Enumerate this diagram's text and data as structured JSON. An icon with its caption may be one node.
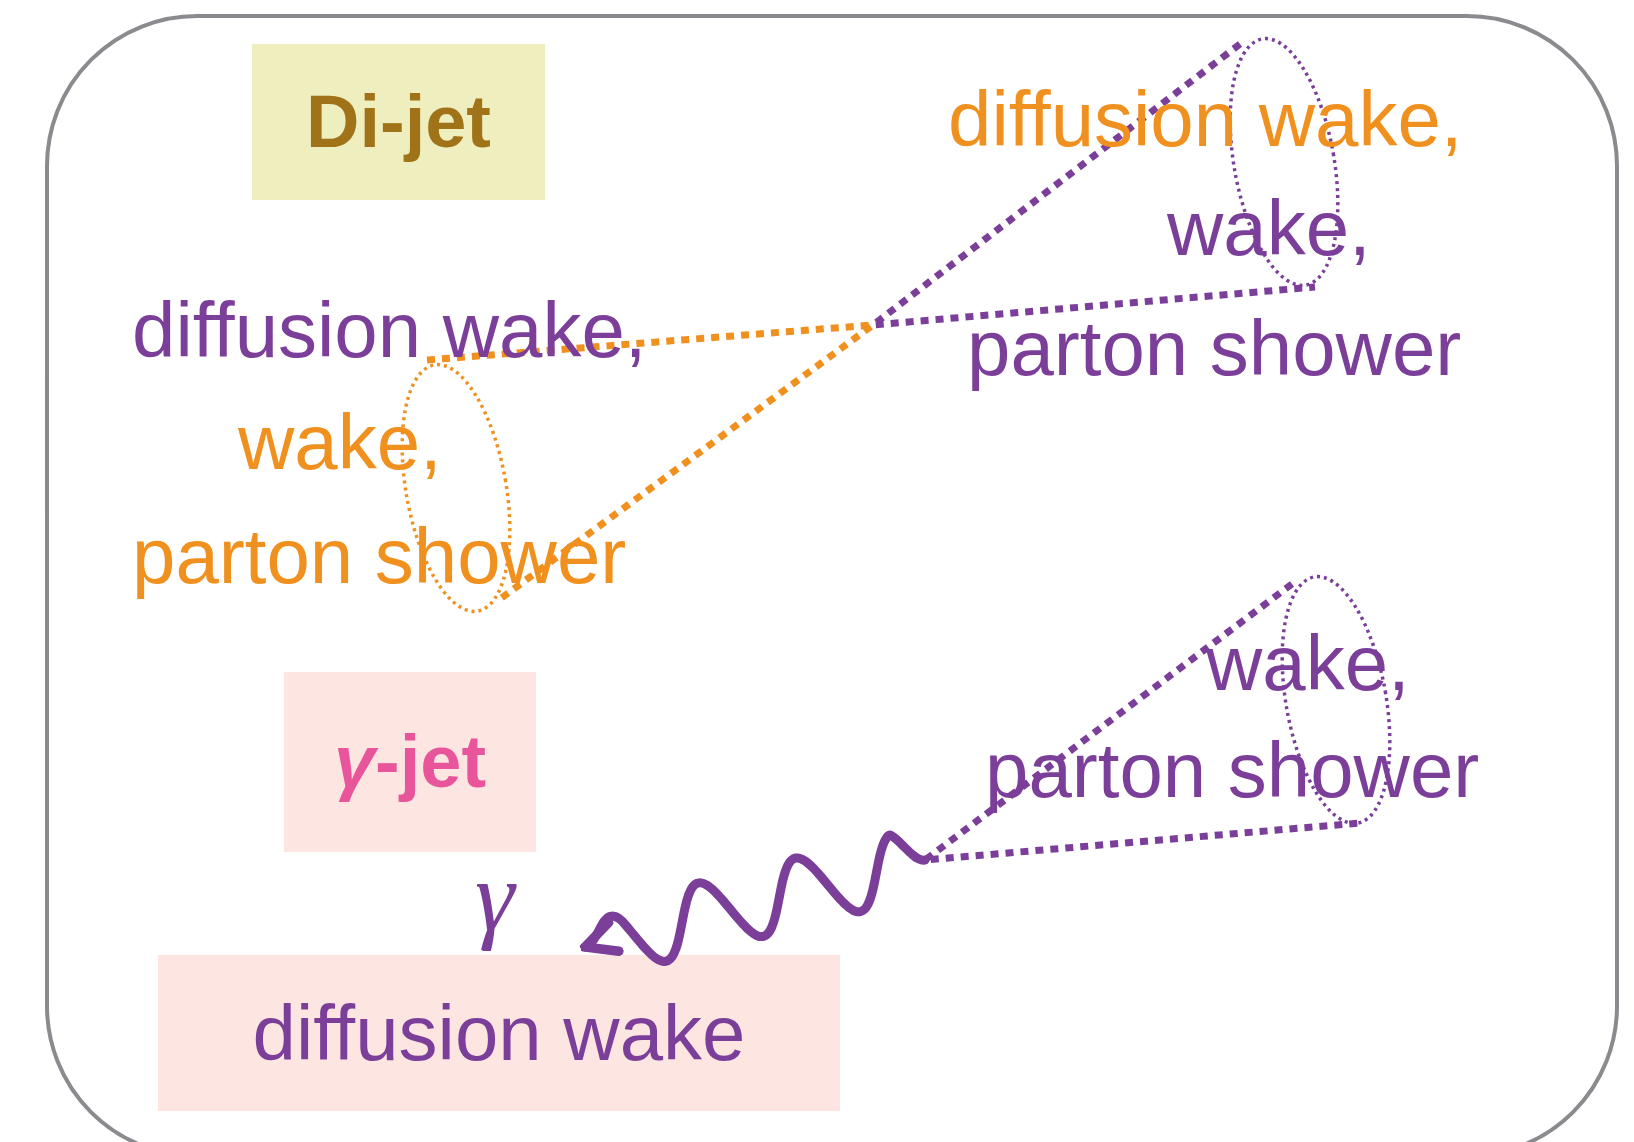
{
  "diagram": {
    "nodes": [
      {
        "text": [
          "Di-jet"
        ]
      },
      {
        "text": [
          "*γ*-jet"
        ]
      },
      {
        "text": [
          "diffusion wake"
        ]
      },
      {
        "text": [],
        "shape": "cone"
      }
    ],
    "edges": [
      {
        "from": 3,
        "to": 2,
        "arrow": "to",
        "label": "γ"
      }
    ],
    "labels": [
      "diffusion wake,",
      "wake,",
      "parton shower",
      "diffusion wake,",
      "wake,",
      "parton shower",
      "wake,",
      "parton shower"
    ]
  }
}
